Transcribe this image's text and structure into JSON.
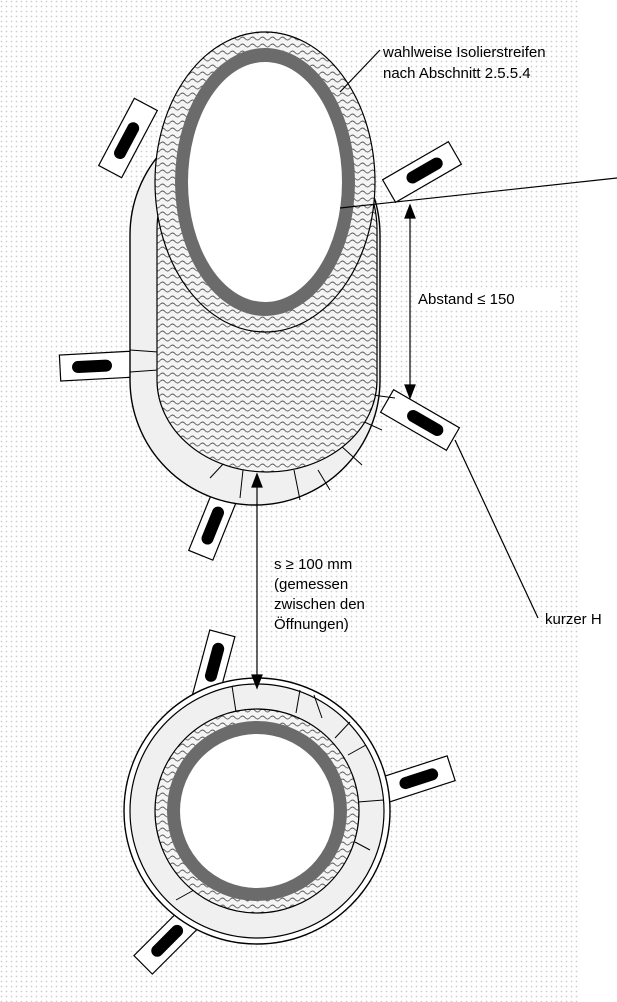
{
  "labels": {
    "isolation_line1": "wahlweise Isolierstreifen",
    "isolation_line2": "nach Abschnitt 2.5.5.4",
    "distance": "Abstand ≤ 150",
    "spacing_line1": "s ≥ 100 mm",
    "spacing_line2": "(gemessen",
    "spacing_line3": "zwischen den",
    "spacing_line4": "Öffnungen)",
    "short_hint": "kurzer H"
  },
  "colors": {
    "background_dots": "#d6d6d6",
    "pipe_ring": "#6b6b6b",
    "collar": "#f0f0f0",
    "insulation": "#bdbdbd",
    "outline": "#000000"
  }
}
